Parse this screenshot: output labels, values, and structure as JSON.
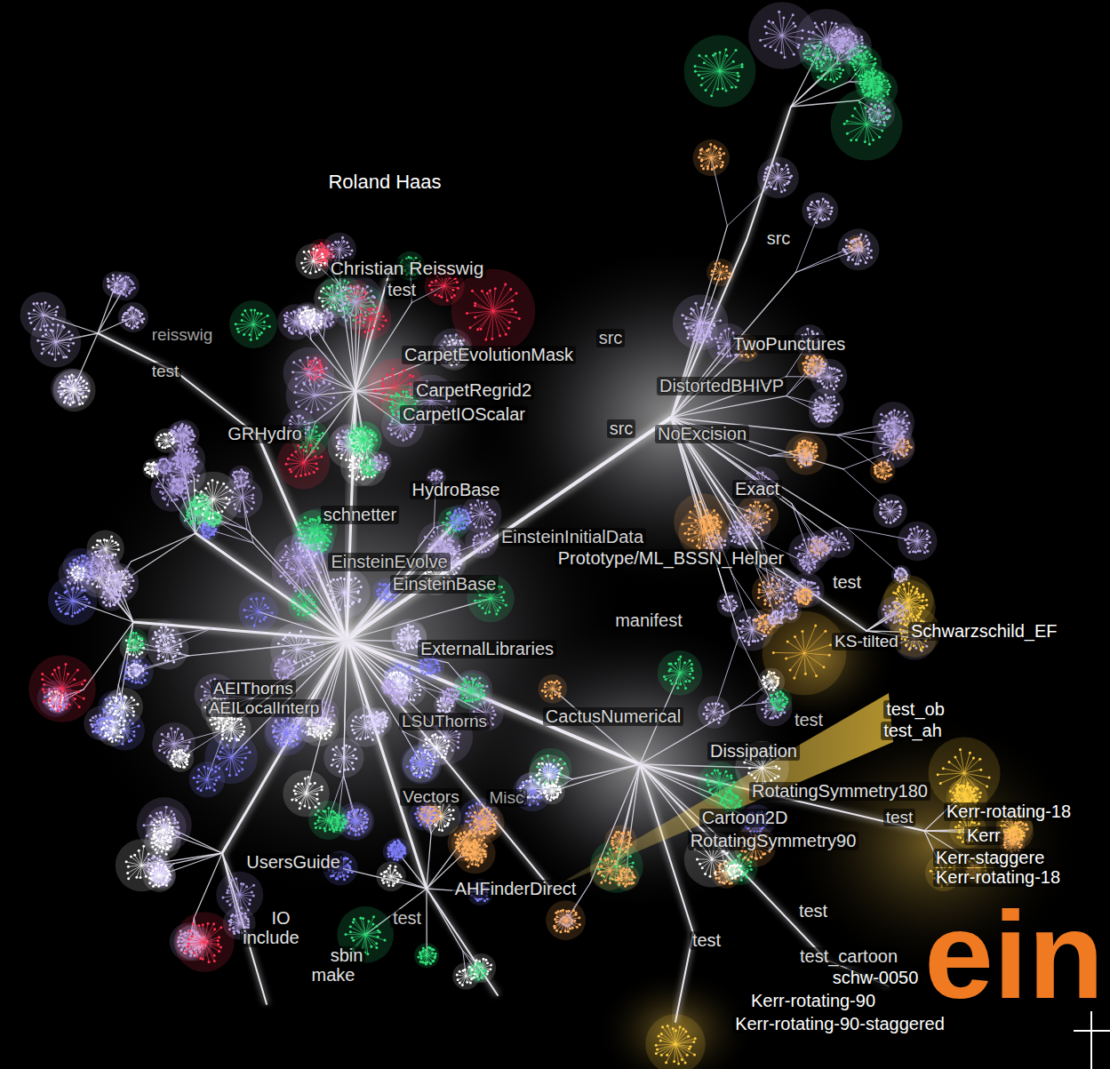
{
  "diagram": {
    "labels": [
      "src",
      "Roland Haas",
      "Christian Reisswig",
      "test",
      "reisswig",
      "CarpetEvolutionMask",
      "src",
      "TwoPunctures",
      "test",
      "DistortedBHIVP",
      "CarpetRegrid2",
      "CarpetIOScalar",
      "GRHydro",
      "src",
      "NoExcision",
      "Exact",
      "HydroBase",
      "schnetter",
      "EinsteinInitialData",
      "Prototype/ML_BSSN_Helper",
      "EinsteinEvolve",
      "test",
      "EinsteinBase",
      "manifest",
      "Schwarzschild_EF",
      "KS-tilted",
      "ExternalLibraries",
      "AEIThorns",
      "AEILocalInterp",
      "test_ob",
      "CactusNumerical",
      "LSUThorns",
      "test",
      "test_ah",
      "Dissipation",
      "RotatingSymmetry180",
      "Vectors",
      "Misc",
      "Kerr-rotating-18",
      "test",
      "Cartoon2D",
      "Kerr",
      "RotatingSymmetry90",
      "Kerr-staggere",
      "UsersGuide",
      "Kerr-rotating-18",
      "AHFinderDirect",
      "test",
      "IO",
      "test",
      "include",
      "test",
      "sbin",
      "test_cartoon",
      "make",
      "schw-0050",
      "Kerr-rotating-90",
      "Kerr-rotating-90-staggered",
      "ein"
    ]
  }
}
